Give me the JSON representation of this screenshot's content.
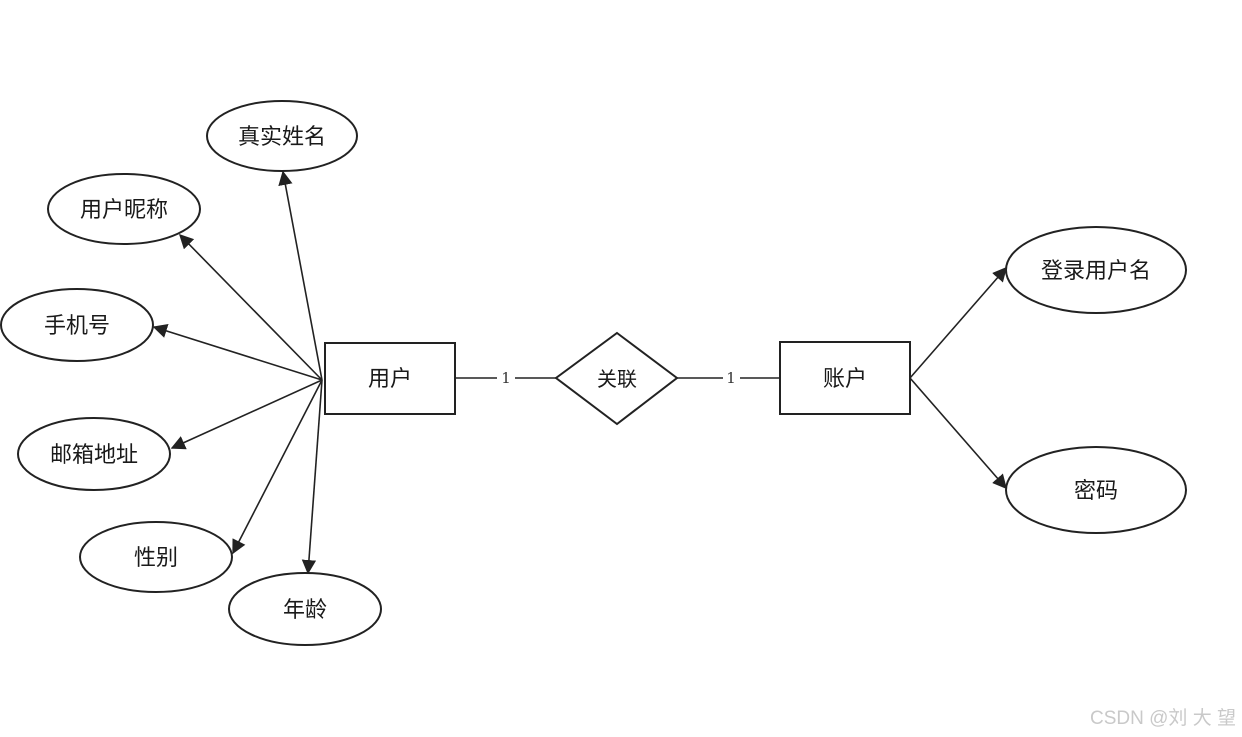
{
  "entities": {
    "user": "用户",
    "account": "账户"
  },
  "relationship": {
    "label": "关联",
    "card_left": "1",
    "card_right": "1"
  },
  "user_attributes": {
    "real_name": "真实姓名",
    "nickname": "用户昵称",
    "phone": "手机号",
    "email": "邮箱地址",
    "gender": "性别",
    "age": "年龄"
  },
  "account_attributes": {
    "username": "登录用户名",
    "password": "密码"
  },
  "watermark": "CSDN @刘 大 望"
}
